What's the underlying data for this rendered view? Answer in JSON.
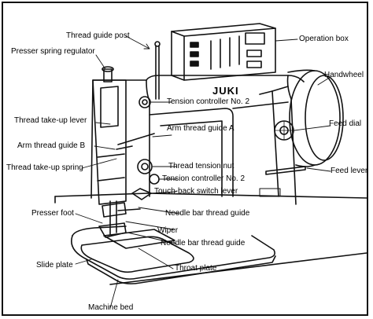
{
  "brand": "JUKI",
  "labels": {
    "thread_guide_post": "Thread guide post",
    "presser_spring_regulator": "Presser spring regulator",
    "thread_take_up_lever": "Thread take-up lever",
    "arm_thread_guide_b": "Arm thread guide B",
    "thread_take_up_spring": "Thread take-up spring",
    "presser_foot": "Presser foot",
    "slide_plate": "Slide plate",
    "machine_bed": "Machine bed",
    "operation_box": "Operation box",
    "handwheel": "Handwheel",
    "tension_controller_no2_top": "Tension controller No. 2",
    "arm_thread_guide_a": "Arm thread guide A",
    "feed_dial": "Feed dial",
    "thread_tension_nut": "Thread tension nut",
    "feed_lever": "Feed lever",
    "tension_controller_no2_bottom": "Tension controller No. 2",
    "touch_back_switch_lever": "Touch-back switch lever",
    "needle_bar_thread_guide_upper": "Needle bar thread guide",
    "wiper": "Wiper",
    "needle_bar_thread_guide_lower": "Needle  bar thread guide",
    "throat_plate": "Throat plate"
  }
}
